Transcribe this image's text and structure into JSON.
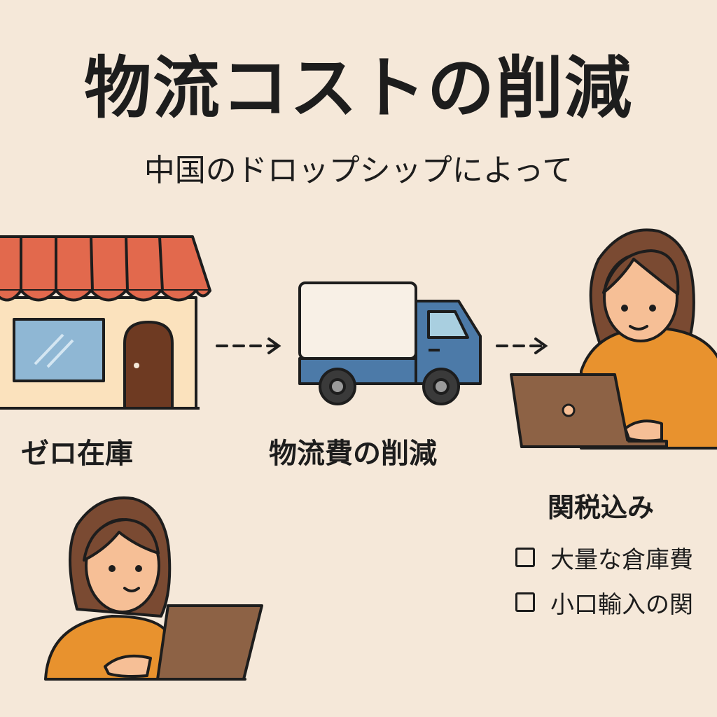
{
  "title": "物流コストの削減",
  "subtitle": "中国のドロップシップによって",
  "labels": {
    "store": "ゼロ在庫",
    "truck": "物流費の削減",
    "customer": "関税込み"
  },
  "checklist": [
    {
      "text": "大量な倉庫費",
      "checked": false
    },
    {
      "text": "小口輸入の関",
      "checked": false
    }
  ],
  "colors": {
    "background": "#f5e8d9",
    "awning": "#e2694d",
    "truck_body": "#4c7aa8",
    "sweater": "#e8922e",
    "hair": "#7a4a32",
    "laptop": "#8d6245"
  }
}
